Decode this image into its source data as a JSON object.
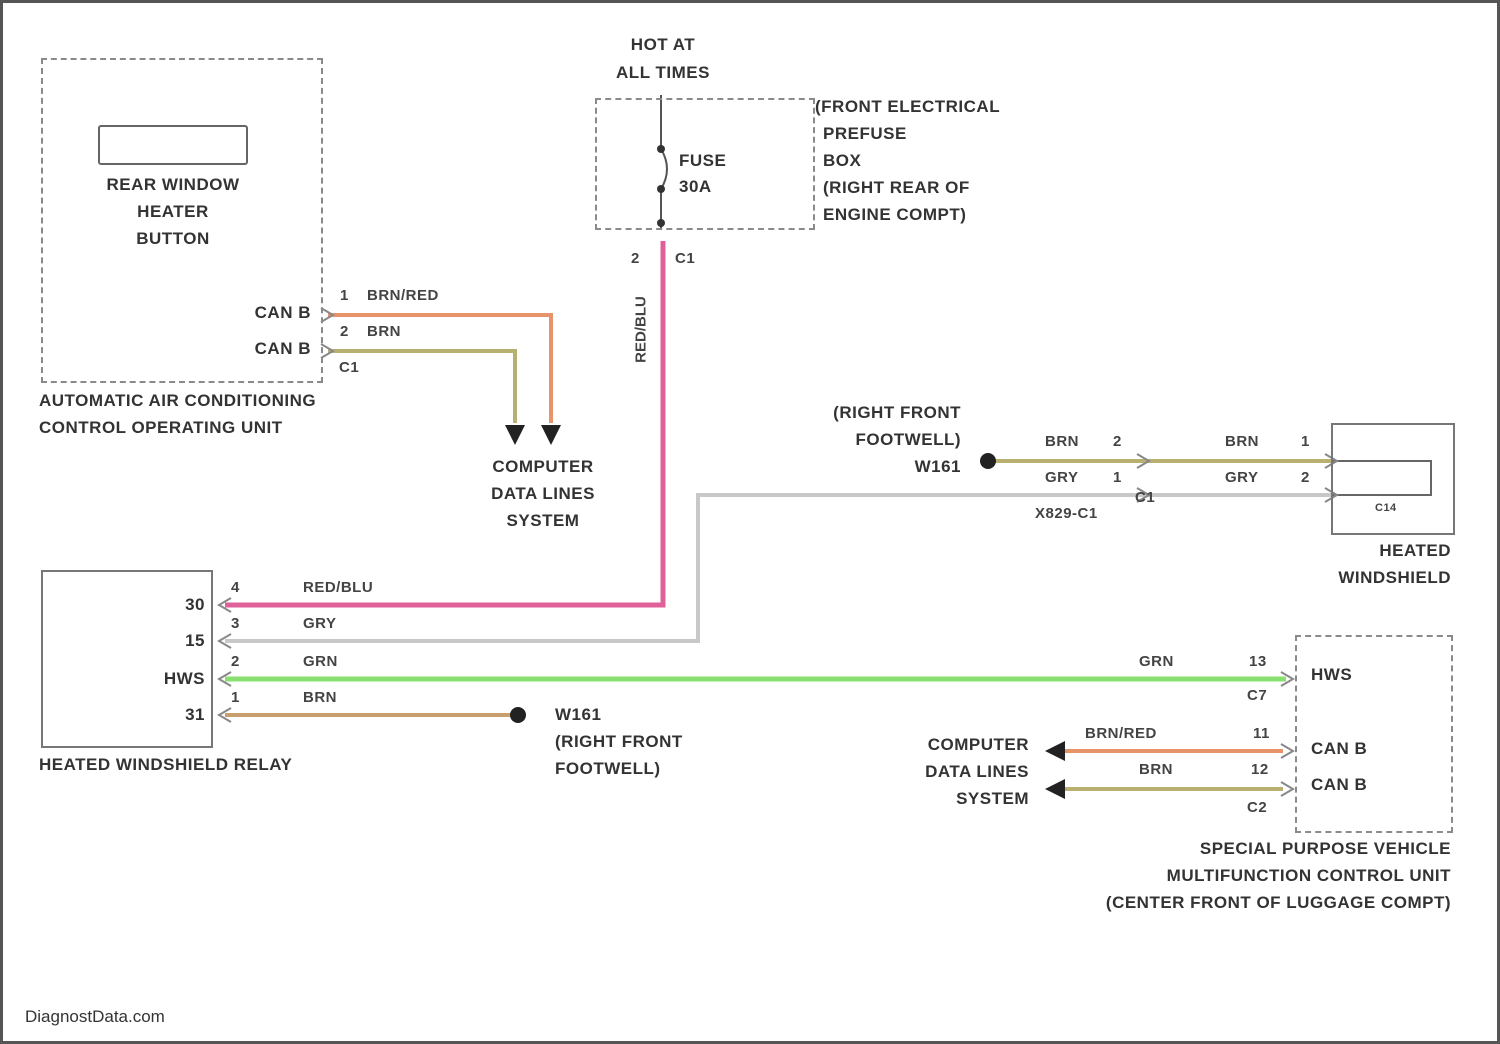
{
  "colors": {
    "red_blu": "#e0609a",
    "brn_red": "#e8946a",
    "brn": "#c8a070",
    "gry": "#c8c8c8",
    "grn": "#88e070",
    "brn_gry": "#b8b070",
    "text": "#333333"
  },
  "power": {
    "hot_line1": "HOT AT",
    "hot_line2": "ALL TIMES",
    "fuse_label1": "FUSE",
    "fuse_label2": "30A",
    "box_line1": "(FRONT ELECTRICAL",
    "box_line2": "PREFUSE",
    "box_line3": "BOX",
    "box_line4": "(RIGHT REAR OF",
    "box_line5": "ENGINE COMPT)",
    "pin": "2",
    "connector": "C1",
    "wire_label": "RED/BLU"
  },
  "ac_unit": {
    "button_line1": "REAR WINDOW",
    "button_line2": "HEATER",
    "button_line3": "BUTTON",
    "pin1_signal": "CAN B",
    "pin1_num": "1",
    "pin1_wire": "BRN/RED",
    "pin2_signal": "CAN B",
    "pin2_num": "2",
    "pin2_wire": "BRN",
    "connector": "C1",
    "name_line1": "AUTOMATIC AIR CONDITIONING",
    "name_line2": "CONTROL OPERATING UNIT"
  },
  "cdl_top": {
    "line1": "COMPUTER",
    "line2": "DATA LINES",
    "line3": "SYSTEM"
  },
  "ground_top": {
    "line1": "(RIGHT FRONT",
    "line2": "FOOTWELL)",
    "line3": "W161"
  },
  "windshield": {
    "left_pin_top": "2",
    "left_pin_bottom": "1",
    "left_wire_top": "BRN",
    "left_wire_bottom": "GRY",
    "right_wire_top": "BRN",
    "right_wire_bottom": "GRY",
    "right_pin_top": "1",
    "right_pin_bottom": "2",
    "connector": "C1",
    "splice": "X829-C1",
    "inner": "C14",
    "name_line1": "HEATED",
    "name_line2": "WINDSHIELD"
  },
  "relay": {
    "terminals": [
      {
        "term": "30",
        "pin": "4",
        "wire": "RED/BLU"
      },
      {
        "term": "15",
        "pin": "3",
        "wire": "GRY"
      },
      {
        "term": "HWS",
        "pin": "2",
        "wire": "GRN"
      },
      {
        "term": "31",
        "pin": "1",
        "wire": "BRN"
      }
    ],
    "name": "HEATED WINDSHIELD RELAY"
  },
  "ground_bottom": {
    "line1": "W161",
    "line2": "(RIGHT FRONT",
    "line3": "FOOTWELL)"
  },
  "spv": {
    "hws_wire": "GRN",
    "hws_pin": "13",
    "hws_connector": "C7",
    "hws_term": "HWS",
    "can1_wire": "BRN/RED",
    "can1_pin": "11",
    "can1_term": "CAN B",
    "can2_wire": "BRN",
    "can2_pin": "12",
    "can2_term": "CAN B",
    "can_connector": "C2",
    "name_line1": "SPECIAL PURPOSE VEHICLE",
    "name_line2": "MULTIFUNCTION CONTROL UNIT",
    "name_line3": "(CENTER FRONT OF LUGGAGE COMPT)"
  },
  "cdl_bottom": {
    "line1": "COMPUTER",
    "line2": "DATA LINES",
    "line3": "SYSTEM"
  },
  "watermark": "DiagnostData.com"
}
